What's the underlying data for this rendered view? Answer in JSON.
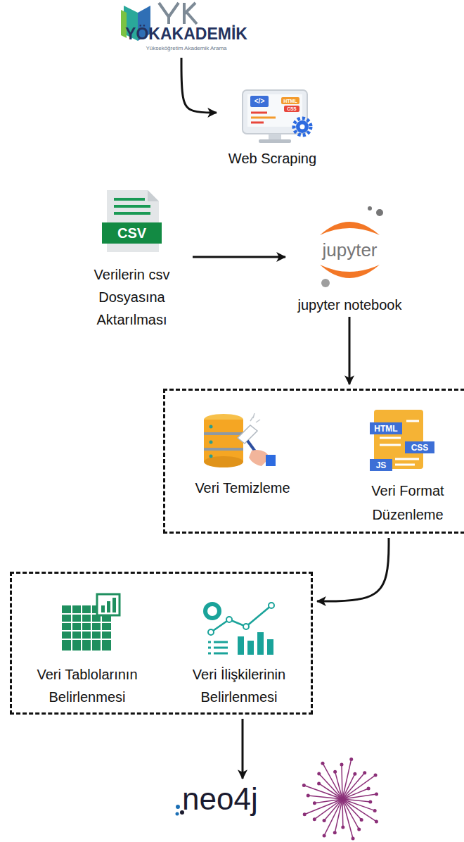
{
  "diagram": {
    "nodes": [
      {
        "text": [
          "YÖKAKADEMİK",
          "Yükseköğretim Akademik Arama"
        ]
      },
      {
        "text": [
          "Web Scraping"
        ]
      },
      {
        "text": [
          "CSV",
          "Verilerin csv Dosyasına Aktarılması"
        ]
      },
      {
        "text": [
          "jupyter",
          "jupyter notebook"
        ]
      },
      {
        "text": []
      },
      {
        "text": [
          "Veri Temizleme"
        ],
        "in": 4
      },
      {
        "text": [
          "Veri Format Düzenleme"
        ],
        "in": 4
      },
      {
        "text": []
      },
      {
        "text": [
          "Veri Tablolarının Belirlenmesi"
        ],
        "in": 7
      },
      {
        "text": [
          "Veri İlişkilerinin Belirlenmesi"
        ],
        "in": 7
      },
      {
        "text": [
          "neo4j"
        ]
      }
    ],
    "edges": [
      {
        "from": 0,
        "to": 1,
        "arrow": "to"
      },
      {
        "from": 2,
        "to": 3,
        "arrow": "to"
      },
      {
        "from": 3,
        "to": 4,
        "arrow": "to"
      },
      {
        "from": 4,
        "to": 7,
        "arrow": "to"
      },
      {
        "from": 7,
        "to": 10,
        "arrow": "to"
      }
    ],
    "labels": [
      "</>",
      "HTML",
      "CSS",
      "HTML",
      "CSS",
      "JS"
    ]
  }
}
